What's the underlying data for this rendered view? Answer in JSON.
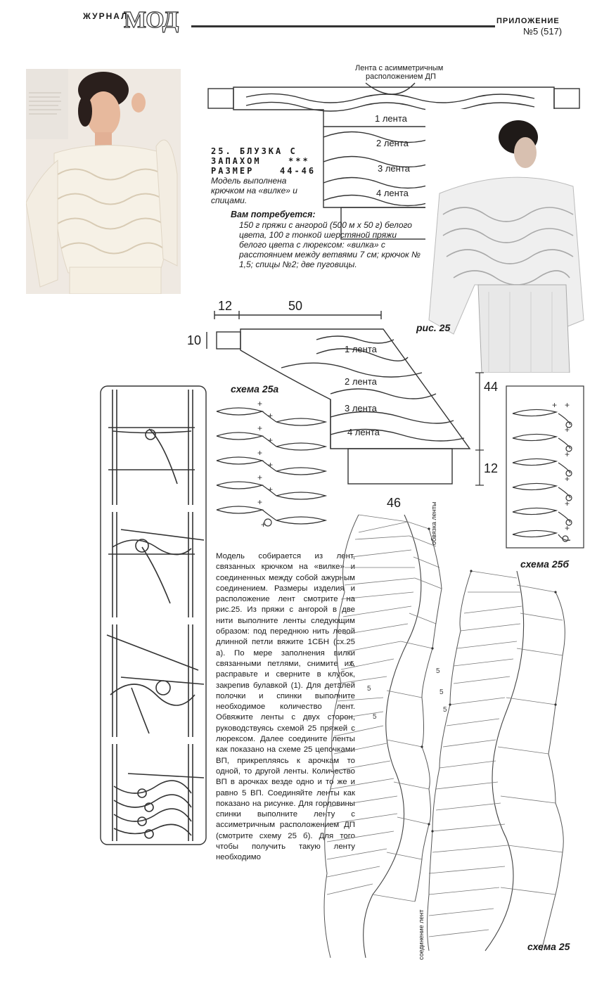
{
  "header": {
    "journal": "ЖУРНАЛ",
    "logo": "МОД",
    "supplement": "ПРИЛОЖЕНИЕ",
    "issue": "№5 (517)"
  },
  "article": {
    "title_line1": "25. БЛУЗКА С",
    "title_line2": "ЗАПАХОМ",
    "stars": "***",
    "size_label": "РАЗМЕР",
    "size_value": "44-46",
    "intro": "Модель выполнена крючком на «вилке» и спицами.",
    "need_label": "Вам потребуется:",
    "materials": "150 г пряжи с ангорой (500 м х 50 г) белого цвета, 100 г тонкой шерстяной пряжи белого цвета с люрексом: «вилка» с расстоянием между ветвями 7 см; крючок № 1,5; спицы №2; две пуговицы.",
    "body": "Модель собирается из лент, связанных крючком на «вилке» и соединенных между собой ажурным соединением. Размеры изделия и расположение лент смотрите на рис.25. Из пряжи с ангорой в две нити выполните ленты следующим образом: под переднюю нить левой длинной петли вяжите 1СБН (сх.25 а). По мере заполнения вилки связанными петлями, снимите их, расправьте и сверните в клубок, закрепив булавкой (1). Для деталей полочки и спинки выполните необходимое количество лент. Обвяжите ленты с двух сторон, руководствуясь схемой 25 пряжей с люрексом. Далее соедините ленты как показано на схеме 25 цепочками ВП, прикрепляясь к арочкам то одной, то другой ленты. Количество ВП в арочках везде одно и то же и равно 5 ВП. Соединяйте ленты как показано на рисунке. Для горловины спинки выполните ленту с ассиметричным расположением ДП (смотрите схему 25 б). Для того чтобы получить такую ленту необходимо"
  },
  "diagram_top": {
    "caption_line1": "Лента с асимметричным",
    "caption_line2": "расположением ДП",
    "tapes": [
      "1 лента",
      "2 лента",
      "3 лента",
      "4 лента"
    ]
  },
  "diagram_pattern": {
    "dim_12": "12",
    "dim_50": "50",
    "dim_10": "10",
    "dim_44": "44",
    "dim_12b": "12",
    "dim_46": "46",
    "fig_label": "рис. 25",
    "tapes": [
      "1 лента",
      "2 лента",
      "3 лента",
      "4 лента"
    ]
  },
  "schemas": {
    "a": "схема 25а",
    "b": "схема 25б",
    "main": "схема 25",
    "edge_label": "обвязка ленты",
    "join_label": "соединение лент",
    "arch_count": "5"
  },
  "colors": {
    "ink": "#1a1a1a",
    "line": "#333333",
    "paper": "#ffffff"
  }
}
